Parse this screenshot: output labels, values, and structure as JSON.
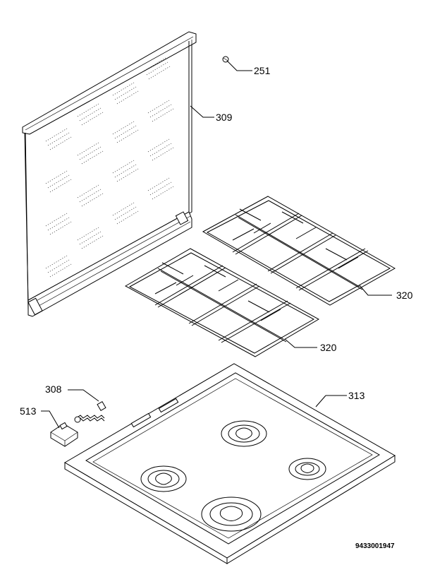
{
  "diagram": {
    "callouts": {
      "c251": "251",
      "c309": "309",
      "c320a": "320",
      "c320b": "320",
      "c308": "308",
      "c313": "313",
      "c513": "513"
    },
    "document_number": "9433001947"
  }
}
